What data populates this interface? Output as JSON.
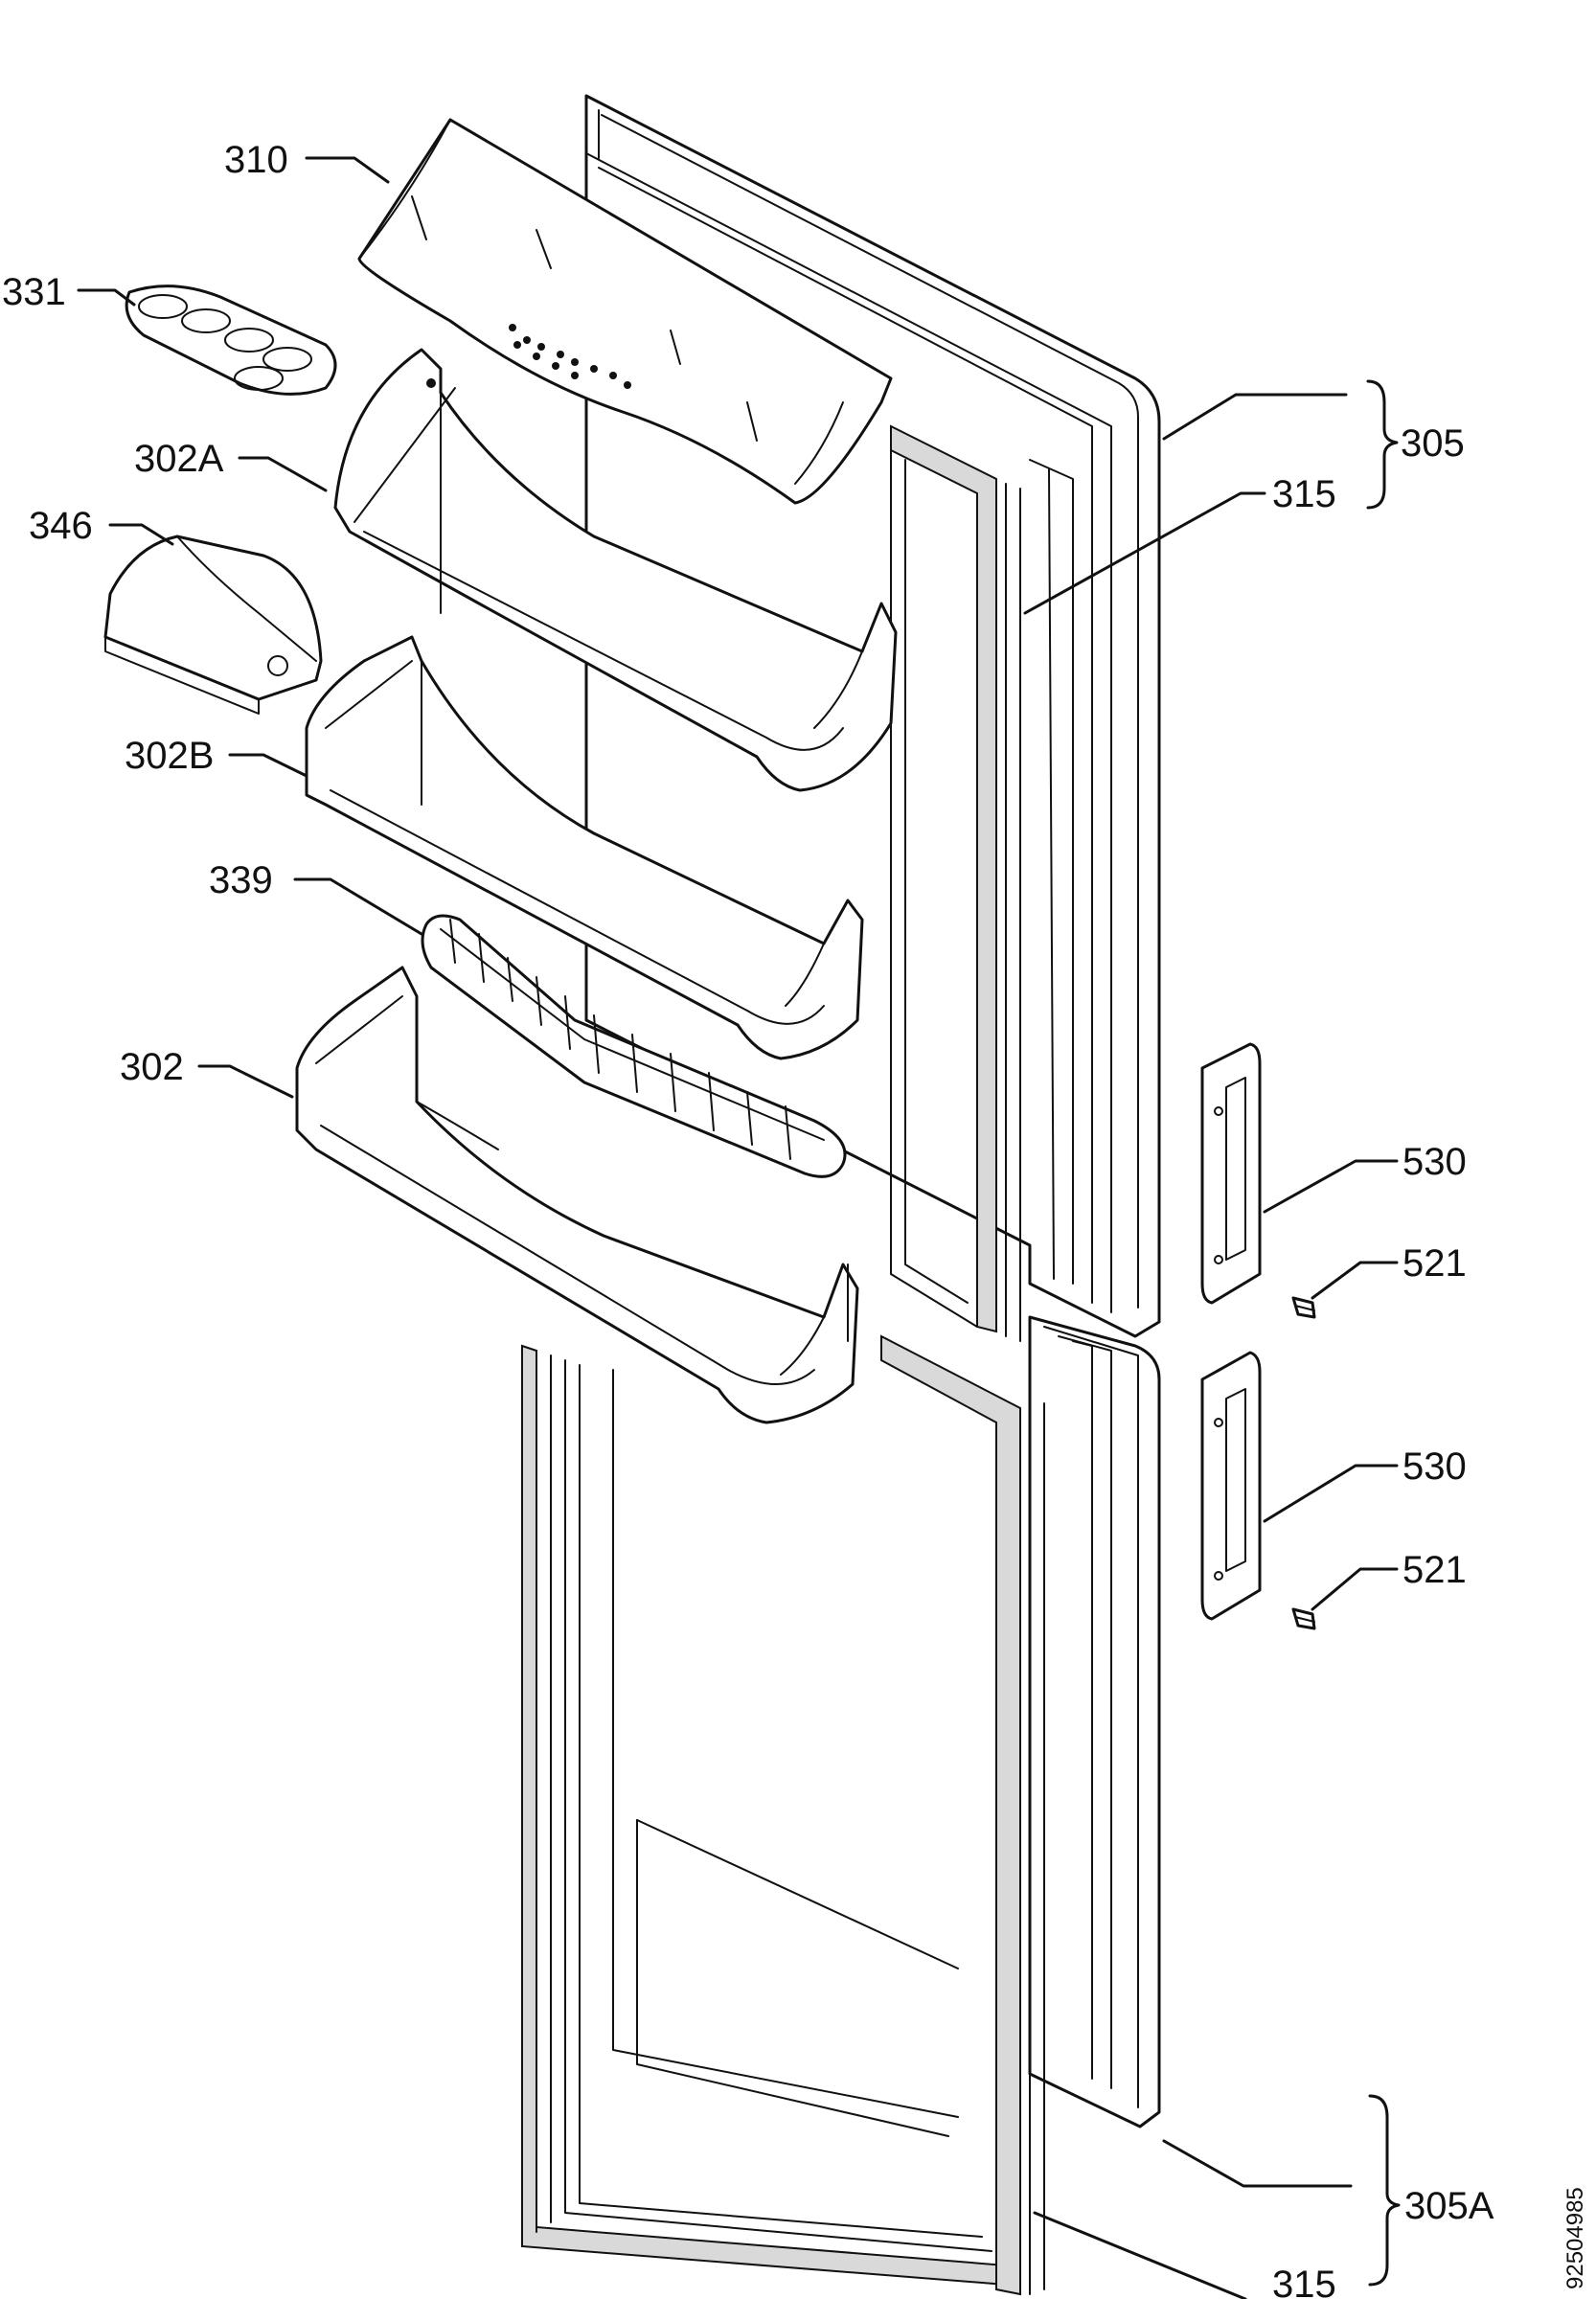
{
  "labels": {
    "l310": "310",
    "l331": "331",
    "l302a": "302A",
    "l346": "346",
    "l302b": "302B",
    "l339": "339",
    "l302": "302",
    "l305": "305",
    "l315_top": "315",
    "l530_top": "530",
    "l521_top": "521",
    "l530_bottom": "530",
    "l521_bottom": "521",
    "l305a": "305A",
    "l315_bottom": "315"
  },
  "document_number": "92504985"
}
